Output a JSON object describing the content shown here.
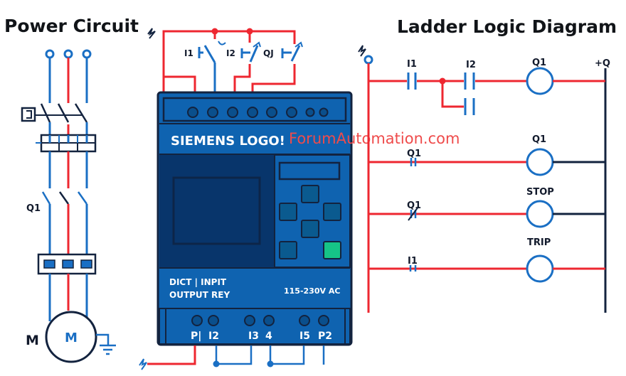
{
  "titles": {
    "power_circuit": "Power Circuit",
    "ladder_logic": "Ladder Logic Diagram"
  },
  "colors": {
    "live_wire": "#ee2730",
    "neutral_wire": "#1a6fc4",
    "dark_line": "#13233f",
    "plc_body": "#0f63b0",
    "plc_dark": "#08356b",
    "run_button": "#16c487",
    "watermark": "#ef4b4b"
  },
  "power_circuit": {
    "contactor_label": "Q1",
    "motor_outer_label": "M",
    "motor_inner_label": "M"
  },
  "input_wiring": {
    "switch_labels": [
      "I1",
      "I2",
      "QJ"
    ]
  },
  "plc": {
    "brand": "SIEMENS LOGO!",
    "io_line1": "DICT | INPIT",
    "io_line2": "OUTPUT REY",
    "voltage": "115-230V AC",
    "bottom_terminals": [
      "P|",
      "I2",
      "I3",
      "4",
      "I5",
      "P2"
    ]
  },
  "watermark": "ForumAutomation.com",
  "ladder": {
    "right_rail_label": "+Q",
    "rungs": [
      {
        "contacts": [
          "I1",
          "I2"
        ],
        "coil": "Q1",
        "type": "NO"
      },
      {
        "contacts": [
          "Q1"
        ],
        "coil": "Q1",
        "type": "NO"
      },
      {
        "contacts": [
          "Q1"
        ],
        "coil": "STOP",
        "type": "NC"
      },
      {
        "contacts": [
          "I1"
        ],
        "coil": "TRIP",
        "type": "NO"
      }
    ]
  }
}
